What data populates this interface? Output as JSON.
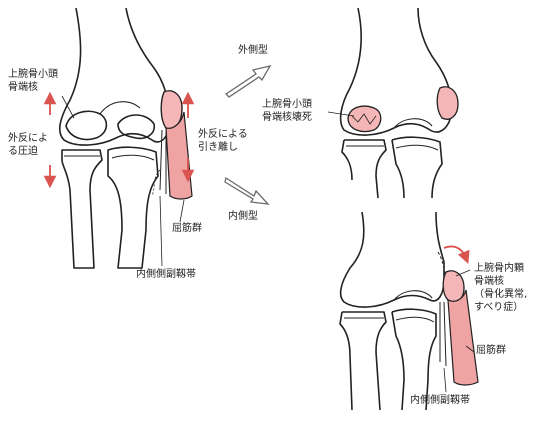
{
  "colors": {
    "line": "#222222",
    "pink": "#efa3a3",
    "pink_fill": "#f4b6b6",
    "arrow_red": "#d9534f",
    "arrow_gray": "#6b6b6b"
  },
  "labels": {
    "capitellum": "上腕骨小頭\n骨端核",
    "valgus_compression": "外反によ\nる圧迫",
    "valgus_traction": "外反による\n引き離し",
    "flexor_left": "屈筋群",
    "mcl_left": "内側側副靱帯",
    "lateral_type": "外側型",
    "necrosis": "上腕骨小頭\n骨端核壊死",
    "medial_type": "内側型",
    "medial_epicondyle": "上腕骨内顆\n骨端核\n（骨化異常,\nすべり症）",
    "flexor_right": "屈筋群",
    "mcl_right": "内側側副靱帯"
  }
}
